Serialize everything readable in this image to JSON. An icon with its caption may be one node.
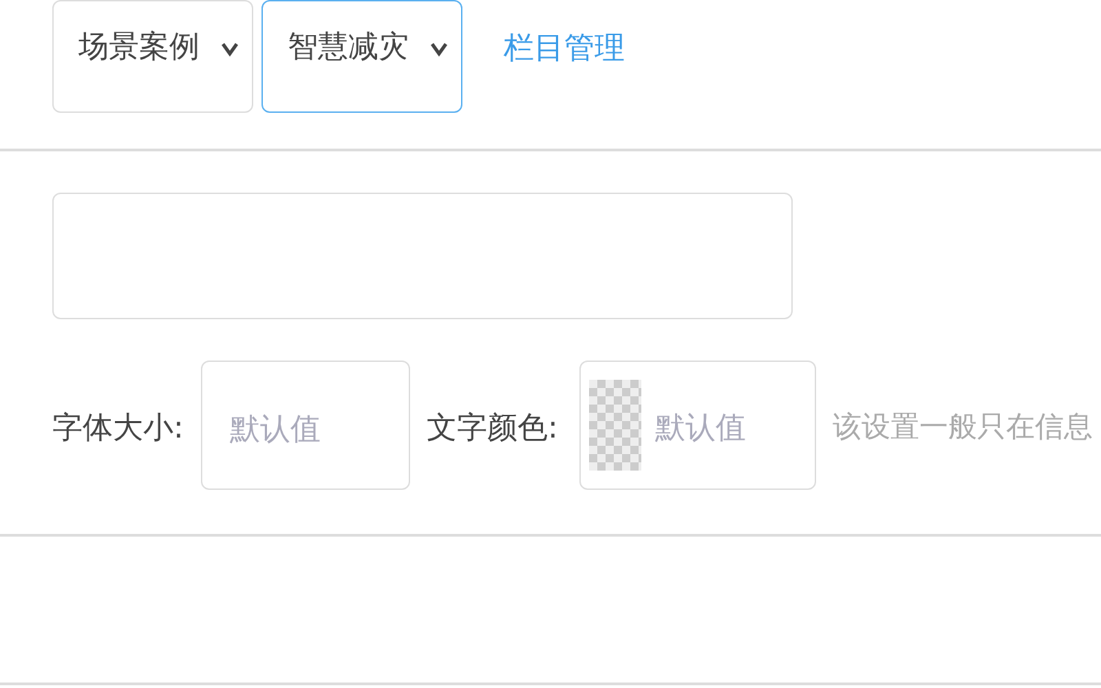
{
  "diagram": {
    "labels": [
      "场景案例",
      "智慧减灾",
      "栏目管理",
      "字体大小:",
      "默认值",
      "文字颜色:",
      "默认值",
      "该设置一般只在信息"
    ]
  }
}
